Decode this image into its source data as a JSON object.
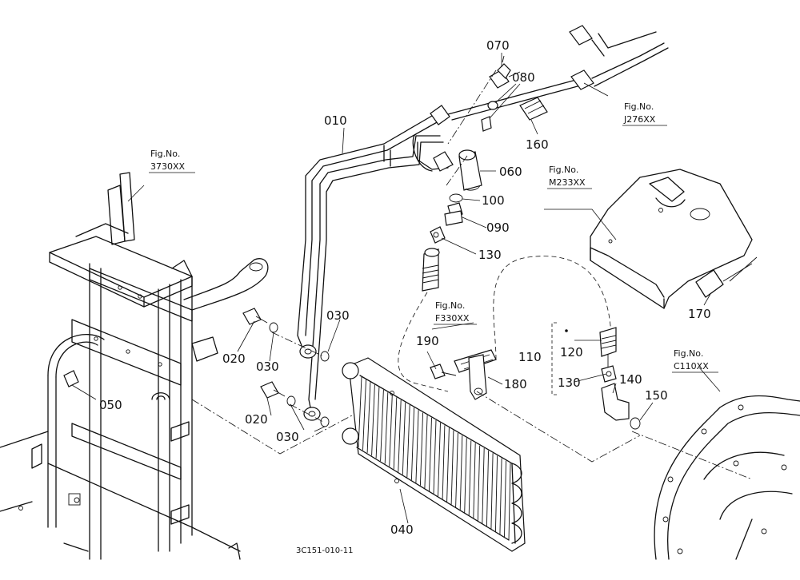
{
  "callouts": {
    "p010": "010",
    "p020a": "020",
    "p020b": "020",
    "p030a": "030",
    "p030b": "030",
    "p030c": "030",
    "p040": "040",
    "p050": "050",
    "p060": "060",
    "p070": "070",
    "p080": "080",
    "p090": "090",
    "p100": "100",
    "p110": "110",
    "p120": "120",
    "p130a": "130",
    "p130b": "130",
    "p140": "140",
    "p150": "150",
    "p160": "160",
    "p170": "170",
    "p180": "180",
    "p190": "190"
  },
  "figrefs": {
    "f3730": {
      "line1": "Fig.No.",
      "line2": "3730XX"
    },
    "fj276": {
      "line1": "Fig.No.",
      "line2": "J276XX"
    },
    "fm233": {
      "line1": "Fig.No.",
      "line2": "M233XX"
    },
    "ff330": {
      "line1": "Fig.No.",
      "line2": "F330XX"
    },
    "fc110": {
      "line1": "Fig.No.",
      "line2": "C110XX"
    }
  },
  "drawing_code": "3C151-010-11"
}
